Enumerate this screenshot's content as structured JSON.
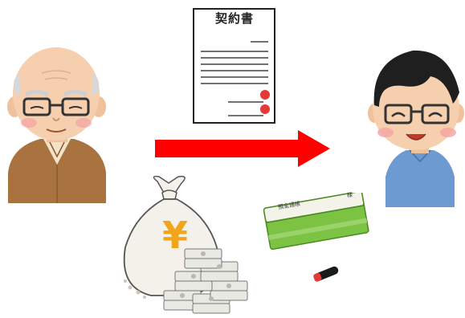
{
  "contract": {
    "title": "契約書"
  },
  "passbook": {
    "title": "預金通帳",
    "suffix": "様"
  },
  "money_bag": {
    "symbol": "¥"
  },
  "colors": {
    "arrow": "#ff0000",
    "passbook_green": "#7cc243",
    "seal_red": "#e53935",
    "yen_gold": "#f3a51a",
    "elder_shirt": "#a9733f",
    "young_shirt": "#6d9ad1",
    "skin": "#f5cfae"
  },
  "icons": {
    "elder": "elderly-man-icon",
    "young": "young-man-icon",
    "arrow": "transfer-arrow-icon",
    "contract": "contract-document-icon",
    "money": "money-bag-icon",
    "bills": "banknote-stack-icon",
    "passbook": "bank-passbook-icon",
    "seal": "personal-seal-icon"
  }
}
